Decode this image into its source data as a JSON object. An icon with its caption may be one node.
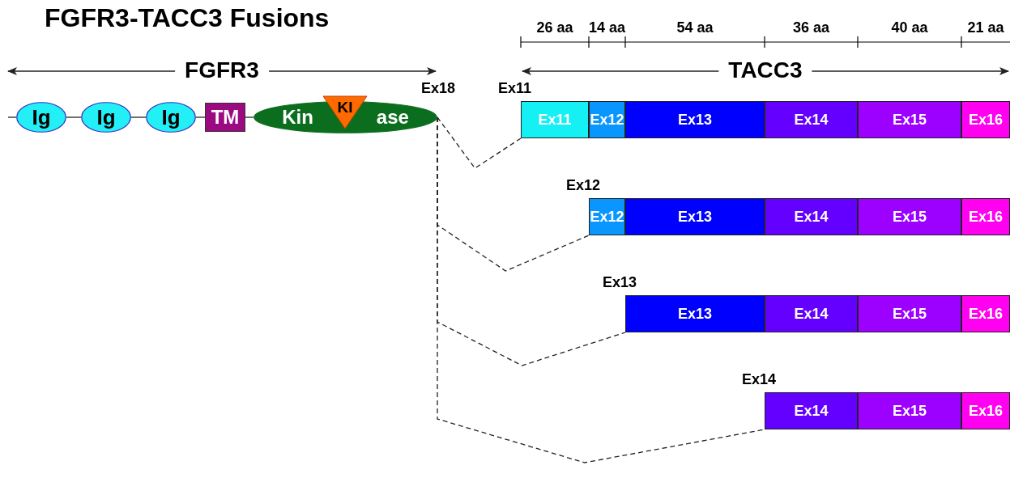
{
  "diagram": {
    "title": "FGFR3-TACC3 Fusions",
    "nodes": [
      {
        "text": [
          "Ig"
        ]
      },
      {
        "text": [
          "Ig"
        ]
      },
      {
        "text": [
          "Ig"
        ]
      },
      {
        "text": [
          "TM"
        ]
      },
      {
        "text": [
          "Kin",
          "ase"
        ],
        "beside": [
          "Ex18"
        ]
      },
      {
        "text": [
          "KI"
        ],
        "in": 4
      },
      {
        "text": [
          "Ex11"
        ],
        "beside": [
          "Ex11"
        ]
      },
      {
        "text": [
          "Ex12"
        ]
      },
      {
        "text": [
          "Ex13"
        ]
      },
      {
        "text": [
          "Ex14"
        ]
      },
      {
        "text": [
          "Ex15"
        ]
      },
      {
        "text": [
          "Ex16"
        ]
      },
      {
        "text": [
          "Ex12"
        ],
        "beside": [
          "Ex12"
        ]
      },
      {
        "text": [
          "Ex13"
        ]
      },
      {
        "text": [
          "Ex14"
        ]
      },
      {
        "text": [
          "Ex15"
        ]
      },
      {
        "text": [
          "Ex16"
        ]
      },
      {
        "text": [
          "Ex13"
        ],
        "beside": [
          "Ex13"
        ]
      },
      {
        "text": [
          "Ex14"
        ]
      },
      {
        "text": [
          "Ex15"
        ]
      },
      {
        "text": [
          "Ex16"
        ]
      },
      {
        "text": [
          "Ex14"
        ],
        "beside": [
          "Ex14"
        ]
      },
      {
        "text": [
          "Ex15"
        ]
      },
      {
        "text": [
          "Ex16"
        ]
      }
    ],
    "edges": [
      {
        "from": null,
        "to": 0,
        "arrow": "none"
      },
      {
        "from": 0,
        "to": 1,
        "arrow": "none"
      },
      {
        "from": 1,
        "to": 2,
        "arrow": "none"
      },
      {
        "from": 2,
        "to": 3,
        "arrow": "none"
      },
      {
        "from": 3,
        "to": 4,
        "arrow": "none"
      },
      {
        "from": 4,
        "to": 6,
        "arrow": "none",
        "style": "dashed"
      },
      {
        "from": 4,
        "to": 12,
        "arrow": "none",
        "style": "dashed"
      },
      {
        "from": 4,
        "to": 17,
        "arrow": "none",
        "style": "dashed"
      },
      {
        "from": 4,
        "to": 21,
        "arrow": "none",
        "style": "dashed"
      }
    ],
    "labels": [
      "26 aa",
      "14 aa",
      "54 aa",
      "36 aa",
      "40 aa",
      "21 aa",
      "FGFR3",
      "TACC3"
    ]
  }
}
